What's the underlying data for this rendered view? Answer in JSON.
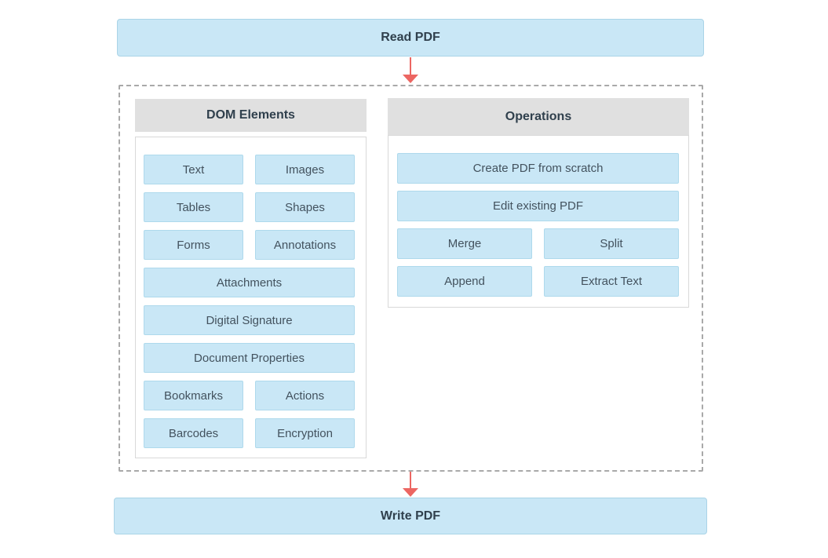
{
  "diagram": {
    "read_pdf_label": "Read PDF",
    "write_pdf_label": "Write PDF",
    "dom_panel": {
      "title": "DOM Elements",
      "items": [
        {
          "label": "Text",
          "span": "half"
        },
        {
          "label": "Images",
          "span": "half"
        },
        {
          "label": "Tables",
          "span": "half"
        },
        {
          "label": "Shapes",
          "span": "half"
        },
        {
          "label": "Forms",
          "span": "half"
        },
        {
          "label": "Annotations",
          "span": "half"
        },
        {
          "label": "Attachments",
          "span": "full"
        },
        {
          "label": "Digital Signature",
          "span": "full"
        },
        {
          "label": "Document Properties",
          "span": "full"
        },
        {
          "label": "Bookmarks",
          "span": "half"
        },
        {
          "label": "Actions",
          "span": "half"
        },
        {
          "label": "Barcodes",
          "span": "half"
        },
        {
          "label": "Encryption",
          "span": "half"
        }
      ]
    },
    "operations_panel": {
      "title": "Operations",
      "items": [
        {
          "label": "Create PDF from scratch",
          "span": "full"
        },
        {
          "label": "Edit existing PDF",
          "span": "full"
        },
        {
          "label": "Merge",
          "span": "half"
        },
        {
          "label": "Split",
          "span": "half"
        },
        {
          "label": "Append",
          "span": "half"
        },
        {
          "label": "Extract Text",
          "span": "half"
        }
      ]
    },
    "colors": {
      "background": "#ffffff",
      "box_fill": "#c9e7f6",
      "box_border": "#aad4e7",
      "item_border": "#aed9ec",
      "header_fill": "#e0e0e0",
      "title_text": "#30404d",
      "item_text": "#43525e",
      "arrow": "#ec6662",
      "dashed_border": "#a9a9a9"
    }
  }
}
